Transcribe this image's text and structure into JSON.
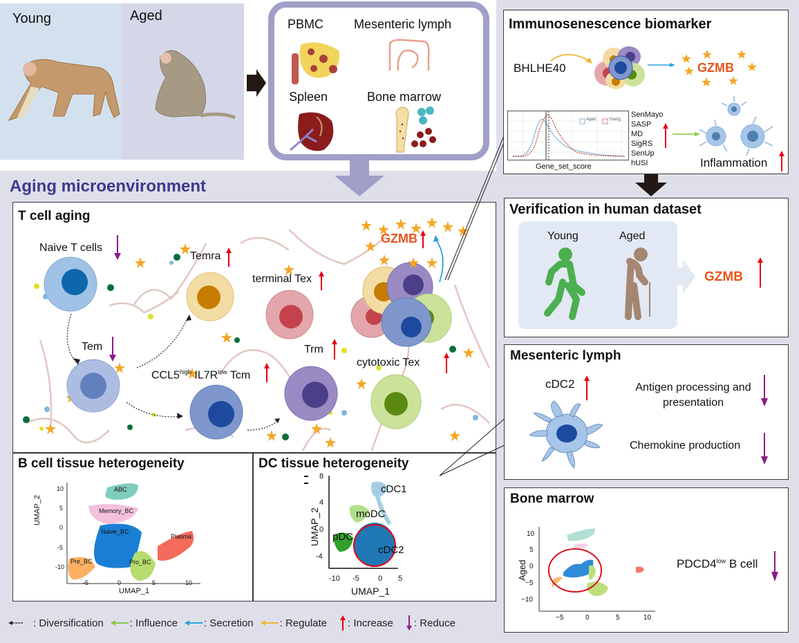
{
  "header": {
    "young_label": "Young",
    "aged_label": "Aged"
  },
  "tissues": {
    "items": [
      {
        "label": "PBMC"
      },
      {
        "label": "Mesenteric lymph"
      },
      {
        "label": "Spleen"
      },
      {
        "label": "Bone marrow"
      }
    ]
  },
  "biomarker": {
    "title": "Immunosenescence biomarker",
    "regulator": "BHLHE40",
    "product": "GZMB",
    "density_plot": {
      "xlabel": "Gene_set_score",
      "legend": [
        "Aged",
        "Young"
      ],
      "colors": {
        "Aged": "#7fb3d5",
        "Young": "#c0392b"
      }
    },
    "gene_sets": [
      "SenMayo",
      "SASP",
      "MD",
      "SigRS",
      "SenUp",
      "hUSI"
    ],
    "outcome": "Inflammation"
  },
  "microenv": {
    "title": "Aging microenvironment"
  },
  "tcell": {
    "title": "T cell aging",
    "cells": [
      {
        "name": "Naive T cells",
        "change": "reduce"
      },
      {
        "name": "Temra",
        "change": "increase"
      },
      {
        "name": "terminal Tex",
        "change": "increase"
      },
      {
        "name": "Tem",
        "change": "reduce"
      },
      {
        "name_main": "CCL5",
        "sup1": "high",
        "name_mid": " IL7R",
        "sup2": "low",
        "name_end": " Tcm",
        "change": "increase"
      },
      {
        "name": "Trm",
        "change": "increase"
      },
      {
        "name": "cytotoxic Tex",
        "change": "increase"
      }
    ],
    "secreted": "GZMB"
  },
  "bcell": {
    "title": "B cell tissue heterogeneity",
    "xlabel": "UMAP_1",
    "ylabel": "UMAP_2",
    "xticks": [
      "-5",
      "0",
      "5",
      "10"
    ],
    "yticks": [
      "10",
      "5",
      "0",
      "-5",
      "-10"
    ],
    "clusters": [
      "ABC",
      "Memory_BC",
      "Naive_BC",
      "Plasma",
      "Pre_BC",
      "Pro_BC"
    ]
  },
  "dc": {
    "title": "DC tissue heterogeneity",
    "xlabel": "UMAP_1",
    "ylabel": "UMAP_2",
    "xticks": [
      "-10",
      "-5",
      "0",
      "5"
    ],
    "yticks": [
      "8",
      "4",
      "0",
      "-4"
    ],
    "clusters": [
      "cDC1",
      "moDC",
      "pDC",
      "cDC2"
    ]
  },
  "verification": {
    "title": "Verification in human dataset",
    "young_label": "Young",
    "aged_label": "Aged",
    "result": "GZMB"
  },
  "mesenteric": {
    "title": "Mesenteric lymph",
    "cell": "cDC2",
    "effects": [
      "Antigen processing and presentation",
      "Chemokine production"
    ]
  },
  "bonemarrow": {
    "title": "Bone marrow",
    "ylabel": "Aged",
    "xticks": [
      "−5",
      "0",
      "5",
      "10"
    ],
    "yticks": [
      "10",
      "5",
      "0",
      "−5",
      "−10"
    ],
    "finding_main": "PDCD4",
    "finding_sup": "low",
    "finding_end": " B cell"
  },
  "legend": {
    "items": [
      {
        "label": ": Diversification",
        "color": "#222222"
      },
      {
        "label": ": Influence",
        "color": "#8cc63f"
      },
      {
        "label": ": Secretion",
        "color": "#29a3e0"
      },
      {
        "label": ": Regulate",
        "color": "#f5b335"
      },
      {
        "label": ": Increase",
        "color": "#e60012"
      },
      {
        "label": ": Reduce",
        "color": "#8b1a8b"
      }
    ]
  }
}
